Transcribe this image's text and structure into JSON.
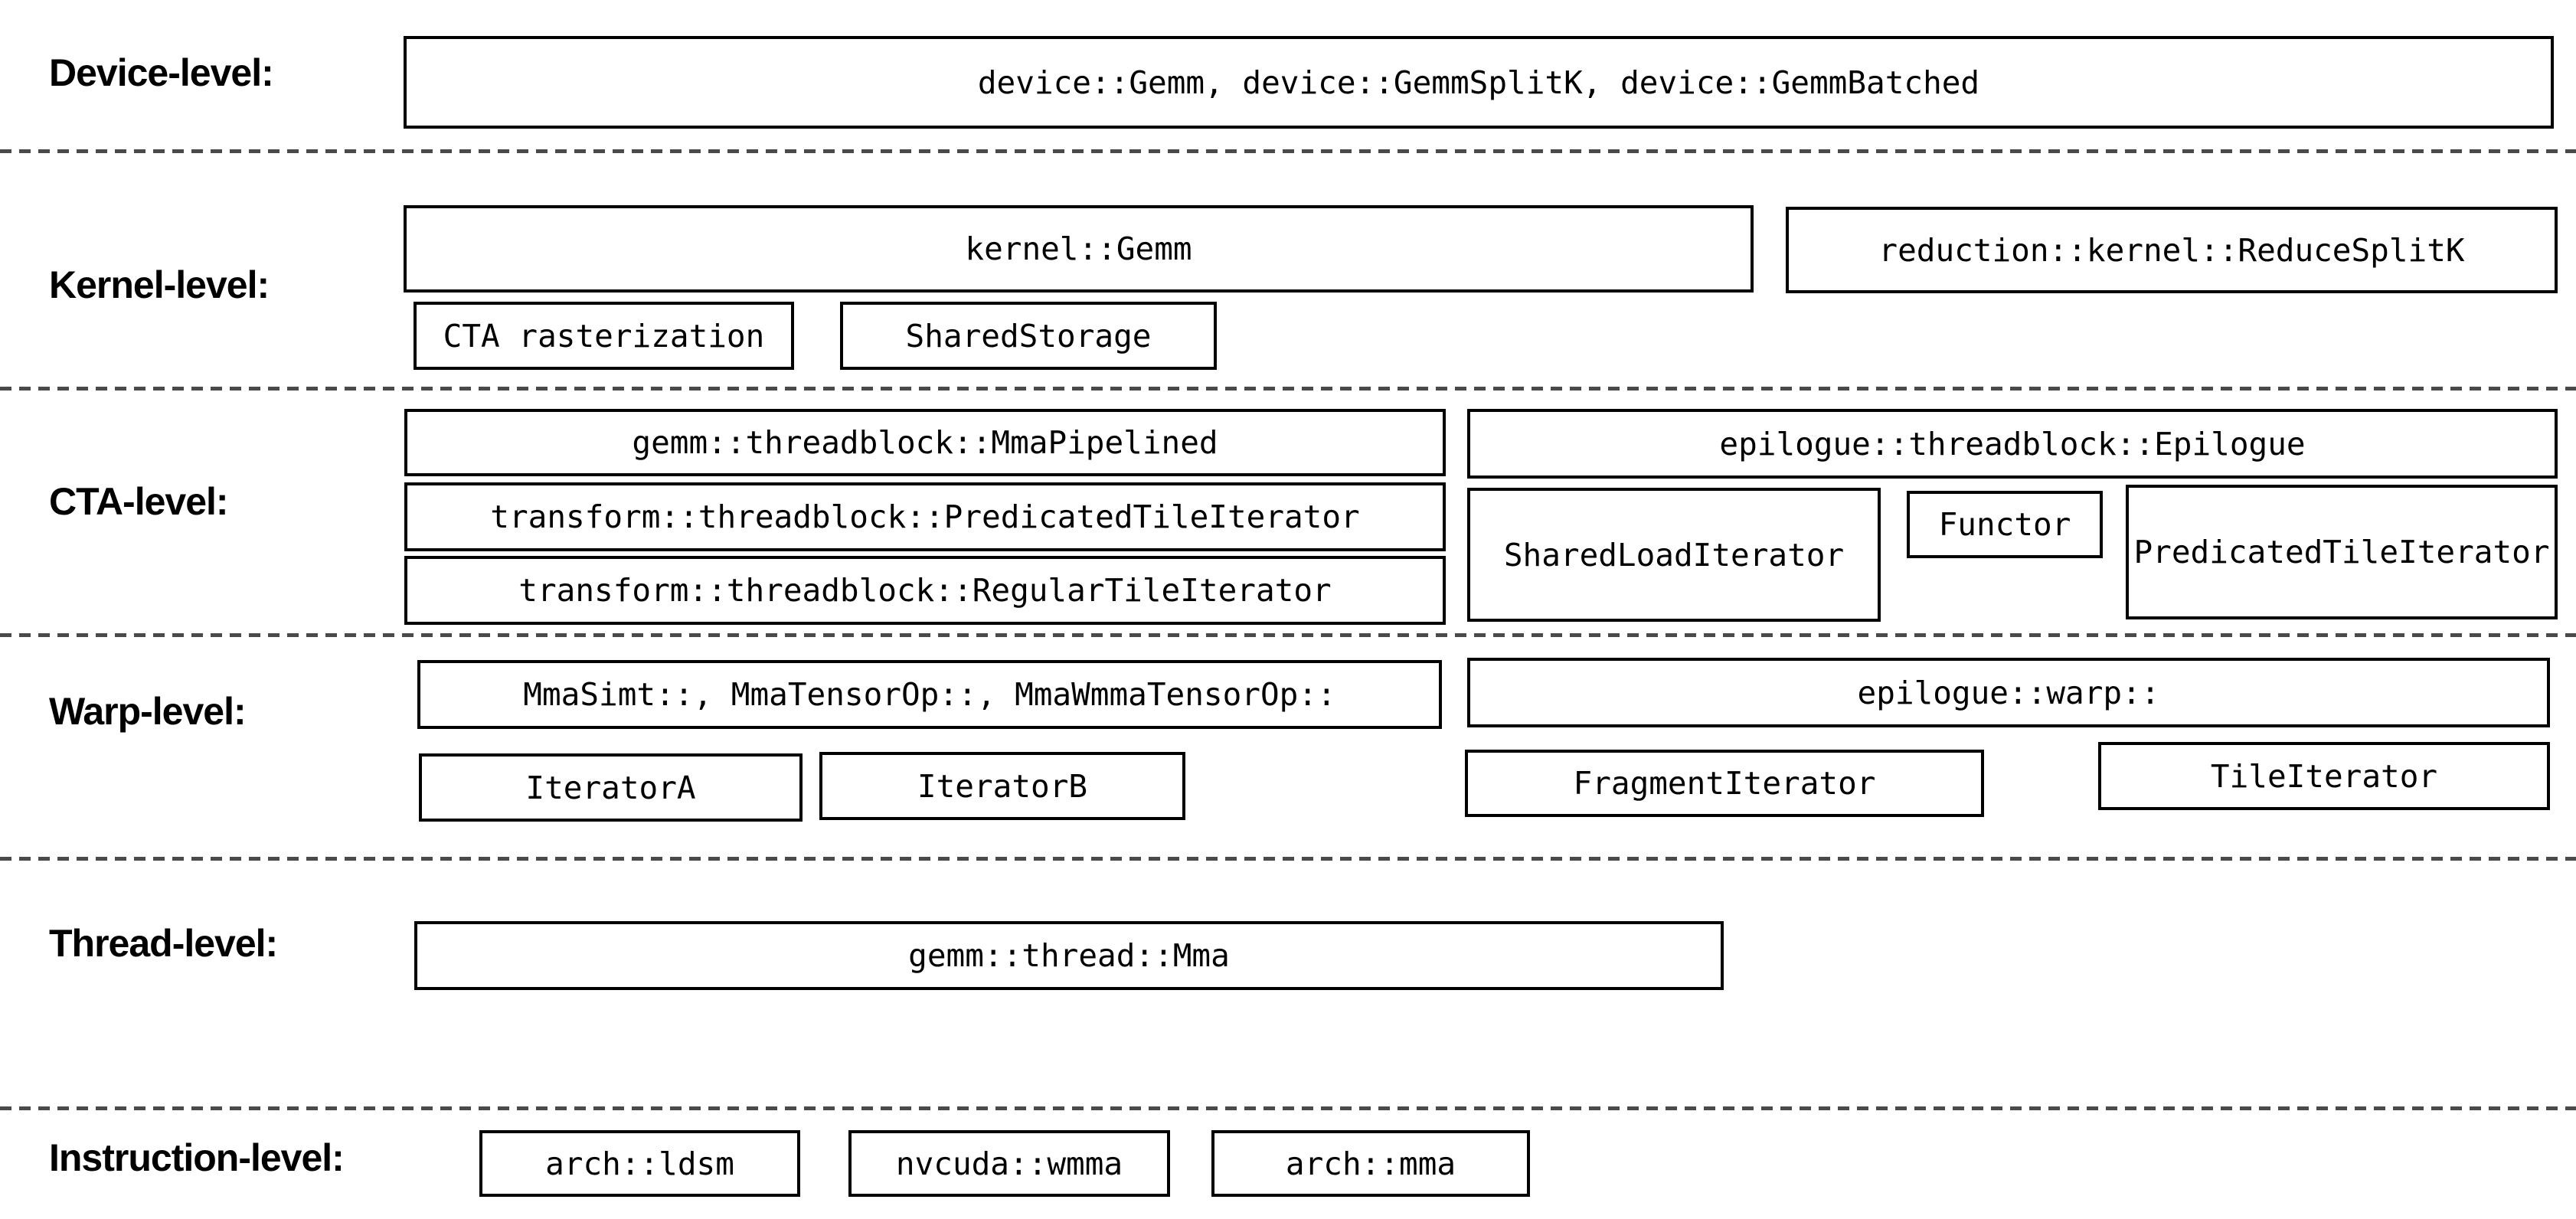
{
  "diagram": "CUTLASS GEMM component hierarchy",
  "colors": {
    "background": "#ffffff",
    "box_border": "#000000",
    "box_background": "#ffffff",
    "text": "#000000",
    "separator": "#4a4a4a"
  },
  "levels": {
    "device": {
      "label": "Device-level:",
      "gemm_apis": "device::Gemm, device::GemmSplitK, device::GemmBatched"
    },
    "kernel": {
      "label": "Kernel-level:",
      "kernel_gemm": "kernel::Gemm",
      "reduce_split_k": "reduction::kernel::ReduceSplitK",
      "cta_rasterization": "CTA rasterization",
      "shared_storage": "SharedStorage"
    },
    "cta": {
      "label": "CTA-level:",
      "mma_pipelined": "gemm::threadblock::MmaPipelined",
      "predicated_tile_iterator": "transform::threadblock::PredicatedTileIterator",
      "regular_tile_iterator": "transform::threadblock::RegularTileIterator",
      "epilogue": "epilogue::threadblock::Epilogue",
      "shared_load_iterator": "SharedLoadIterator",
      "functor": "Functor",
      "epilogue_predicated_tile_iterator": "PredicatedTileIterator"
    },
    "warp": {
      "label": "Warp-level:",
      "mma_variants": "MmaSimt::, MmaTensorOp::, MmaWmmaTensorOp::",
      "iterator_a": "IteratorA",
      "iterator_b": "IteratorB",
      "epilogue_warp": "epilogue::warp::",
      "fragment_iterator": "FragmentIterator",
      "tile_iterator": "TileIterator"
    },
    "thread": {
      "label": "Thread-level:",
      "gemm_thread_mma": "gemm::thread::Mma"
    },
    "instruction": {
      "label": "Instruction-level:",
      "arch_ldsm": "arch::ldsm",
      "nvcuda_wmma": "nvcuda::wmma",
      "arch_mma": "arch::mma"
    }
  }
}
